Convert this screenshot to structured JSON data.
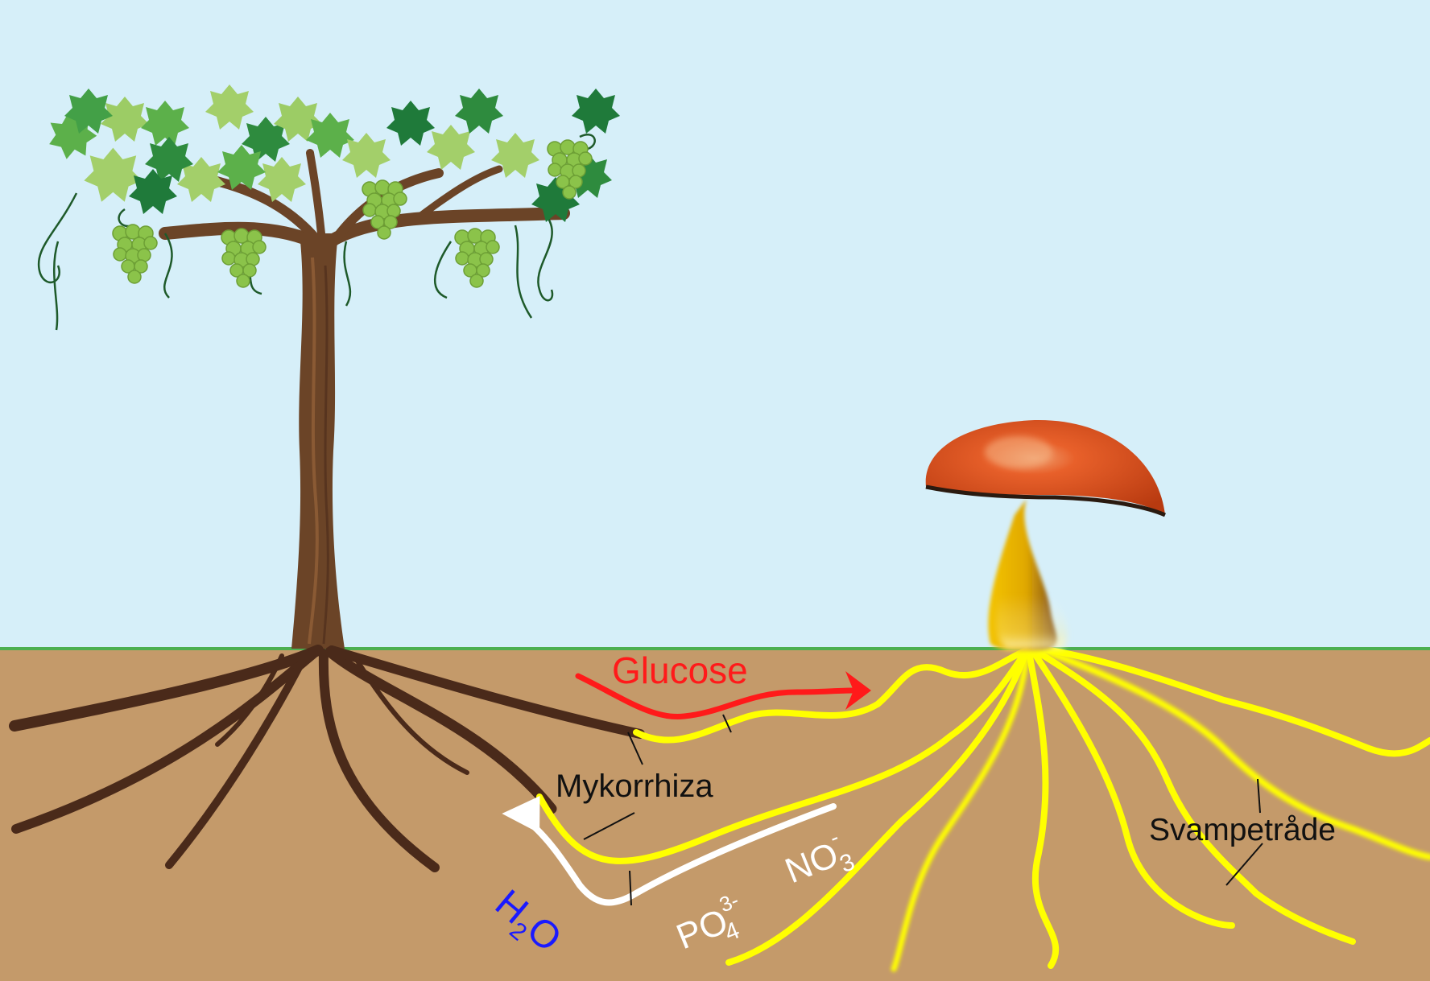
{
  "labels": {
    "glucose": "Glucose",
    "mycorrhiza": "Mykorrhiza",
    "fungal_thread": "Svampetråde",
    "water": {
      "base": "H",
      "sub": "2",
      "end": "O"
    },
    "phosphate": {
      "base": "PO",
      "sup": "3-",
      "sub": "4"
    },
    "nitrate": {
      "base": "NO",
      "sup": "-",
      "sub": "3"
    }
  },
  "colors": {
    "sky": "#d6eff9",
    "soil": "#c49a6a",
    "ground_line": "#4caf50",
    "glucose_arrow": "#ff1a1a",
    "water_label": "#1a1aff",
    "nutrient_arrow": "#ffffff",
    "hyphae": "#ffff00",
    "root": "#4a2a1a",
    "trunk": "#6b4427",
    "mushroom_cap": "#d9541f",
    "mushroom_stem": "#e8b400"
  }
}
